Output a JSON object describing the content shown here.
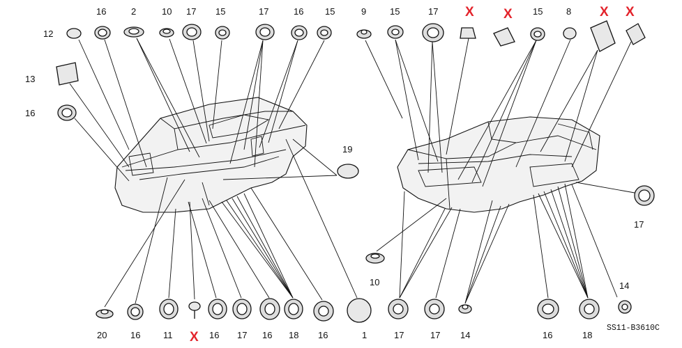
{
  "diagram": {
    "code": "SS11-B3610C",
    "top_labels": [
      "12",
      "16",
      "2",
      "10",
      "17",
      "15",
      "17",
      "16",
      "15",
      "9",
      "15",
      "17",
      "15",
      "8"
    ],
    "left_labels": [
      "13",
      "16"
    ],
    "center_labels": [
      "19",
      "10"
    ],
    "right_labels": [
      "17",
      "14"
    ],
    "bottom_labels": [
      "20",
      "16",
      "11",
      "16",
      "17",
      "16",
      "18",
      "16",
      "1",
      "17",
      "17",
      "14",
      "16",
      "18"
    ],
    "obsolete_mark": "X"
  }
}
